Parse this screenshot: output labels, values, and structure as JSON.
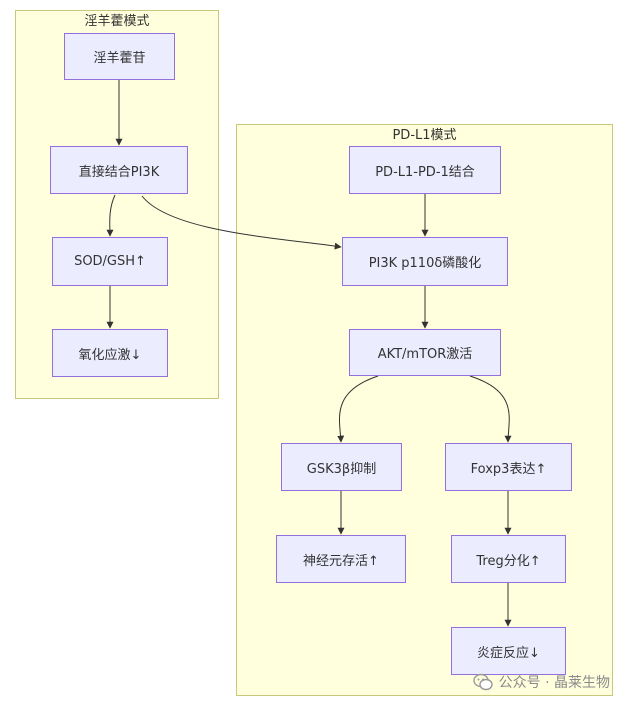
{
  "clusters": {
    "left": {
      "title": "淫羊藿模式"
    },
    "right": {
      "title": "PD-L1模式"
    }
  },
  "nodes": {
    "yinyanghuo": "淫羊藿苷",
    "bind_pi3k": "直接结合PI3K",
    "sod_gsh": "SOD/GSH↑",
    "oxidative": "氧化应激↓",
    "pdl1_pd1": "PD-L1-PD-1结合",
    "pi3k_phos": "PI3K p110δ磷酸化",
    "akt_mtor": "AKT/mTOR激活",
    "gsk3b": "GSK3β抑制",
    "foxp3": "Foxp3表达↑",
    "neuron": "神经元存活↑",
    "treg": "Treg分化↑",
    "inflammation": "炎症反应↓"
  },
  "watermark": {
    "text": "公众号 · 晶莱生物"
  },
  "colors": {
    "cluster_fill": "#ffffde",
    "cluster_border": "#c8c87a",
    "node_fill": "#ececff",
    "node_border": "#9370db",
    "edge": "#333333"
  }
}
